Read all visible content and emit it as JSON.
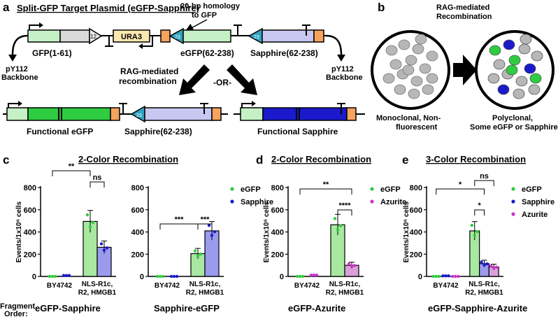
{
  "panel_labels": {
    "a": "a",
    "b": "b",
    "c": "c",
    "d": "d",
    "e": "e"
  },
  "panel_a": {
    "title": "Split-GFP Target Plasmid (eGFP-Sapphire)",
    "homology_line1": "20-bp homology",
    "homology_line2": "to GFP",
    "gfp161": "GFP(1-61)",
    "ura3": "URA3",
    "egfp_frag": "eGFP(62-238)",
    "sapph_frag": "Sapphire(62-238)",
    "backbone_line1": "pY112",
    "backbone_line2": "Backbone",
    "rss12": "12",
    "rss23": "23",
    "rag_line1": "RAG-mediated",
    "rag_line2": "recombination",
    "or": "-OR-",
    "functional_egfp": "Functional eGFP",
    "sapph_left": "Sapphire(62-238)",
    "functional_sapph": "Functional Sapphire"
  },
  "panel_b": {
    "title_line1": "RAG-mediated",
    "title_line2": "Recombination",
    "left_line1": "Monoclonal, Non-",
    "left_line2": "fluorescent",
    "right_line1": "Polyclonal,",
    "right_line2": "Some eGFP or Sapphire"
  },
  "colors": {
    "egfp": "#2ecc40",
    "sapphire": "#1a1acc",
    "azurite": "#cc33cc",
    "light_green": "#c6f0c6",
    "light_blue": "#c8c8f2",
    "orange": "#f6a35e",
    "cyan": "#2fa3c2",
    "gray_cell": "#b7b7b7"
  },
  "fragment_order_label_line1": "Fragment",
  "fragment_order_label_line2": "Order:",
  "ylabel": "Events/1x10⁶ cells",
  "sig": {
    "two": "**",
    "three": "***",
    "four": "****",
    "one": "*",
    "ns": "ns"
  },
  "chart_data": [
    {
      "type": "bar",
      "panel": "c-left",
      "title": "2-Color Recombination",
      "fragment_order": "eGFP-Sapphire",
      "categories": [
        "BY4742",
        "NLS-R1c, R2, HMGB1"
      ],
      "ylim": [
        0,
        800
      ],
      "yticks": [
        0,
        200,
        400,
        600,
        800
      ],
      "series": [
        {
          "name": "eGFP",
          "values": [
            0,
            495
          ]
        },
        {
          "name": "Sapphire",
          "values": [
            8,
            262
          ]
        }
      ]
    },
    {
      "type": "bar",
      "panel": "c-right",
      "title": "",
      "fragment_order": "Sapphire-eGFP",
      "categories": [
        "BY4742",
        "NLS-R1c, R2, HMGB1"
      ],
      "ylim": [
        0,
        800
      ],
      "yticks": [
        0,
        200,
        400,
        600,
        800
      ],
      "series": [
        {
          "name": "eGFP",
          "values": [
            0,
            205
          ]
        },
        {
          "name": "Sapphire",
          "values": [
            0,
            410
          ]
        }
      ],
      "legend": [
        "eGFP",
        "Sapphire"
      ]
    },
    {
      "type": "bar",
      "panel": "d",
      "title": "2-Color Recombination",
      "fragment_order": "eGFP-Azurite",
      "categories": [
        "BY4742",
        "NLS-R1c, R2, HMGB1"
      ],
      "ylim": [
        0,
        800
      ],
      "yticks": [
        0,
        200,
        400,
        600,
        800
      ],
      "series": [
        {
          "name": "eGFP",
          "values": [
            0,
            465
          ]
        },
        {
          "name": "Azurite",
          "values": [
            12,
            100
          ]
        }
      ],
      "legend": [
        "eGFP",
        "Azurite"
      ]
    },
    {
      "type": "bar",
      "panel": "e",
      "title": "3-Color Recombination",
      "fragment_order": "eGFP-Sapphire-Azurite",
      "categories": [
        "BY4742",
        "NLS-R1c, R2, HMGB1"
      ],
      "ylim": [
        0,
        800
      ],
      "yticks": [
        0,
        200,
        400,
        600,
        800
      ],
      "series": [
        {
          "name": "eGFP",
          "values": [
            0,
            410
          ]
        },
        {
          "name": "Sapphire",
          "values": [
            5,
            115
          ]
        },
        {
          "name": "Azurite",
          "values": [
            0,
            85
          ]
        }
      ],
      "legend": [
        "eGFP",
        "Sapphire",
        "Azurite"
      ]
    }
  ]
}
